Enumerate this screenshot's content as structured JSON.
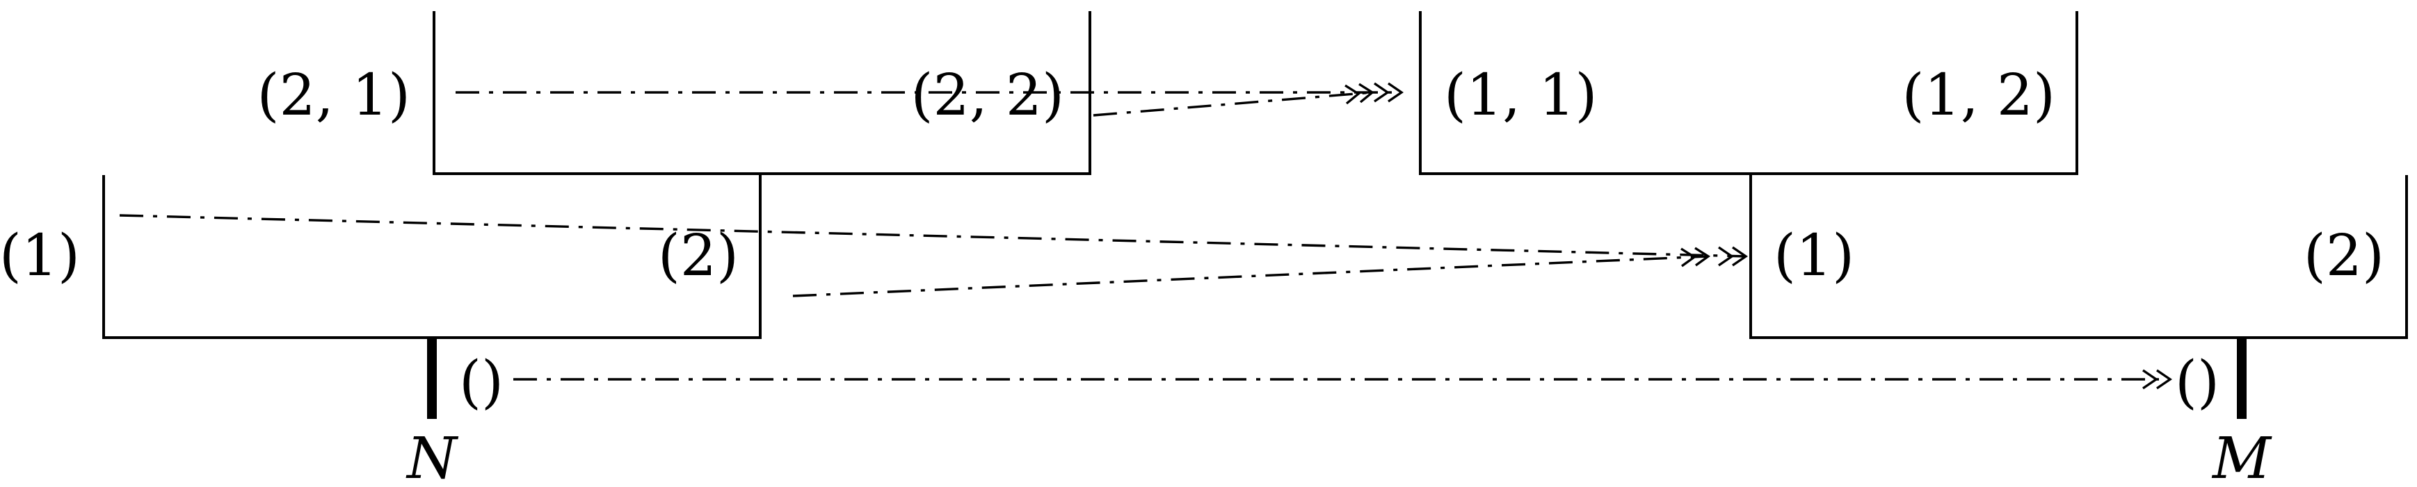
{
  "left_diagram": {
    "upper_box": {
      "left_label": "(2, 1)",
      "right_label": "(2, 2)"
    },
    "lower_box": {
      "left_label": "(1)",
      "right_label": "(2)"
    },
    "unit_label": "()",
    "object_label": "N"
  },
  "right_diagram": {
    "upper_box": {
      "left_label": "(1, 1)",
      "right_label": "(1, 2)"
    },
    "lower_box": {
      "left_label": "(1)",
      "right_label": "(2)"
    },
    "unit_label": "()",
    "object_label": "M"
  },
  "arrows": [
    {
      "from": "(2, 1)",
      "to": "(1, 1)"
    },
    {
      "from": "(2, 2)",
      "to": "(1, 1)"
    },
    {
      "from": "(1)",
      "to": "(1)"
    },
    {
      "from": "(2)",
      "to": "(1)"
    },
    {
      "from": "()",
      "to": "()"
    }
  ]
}
